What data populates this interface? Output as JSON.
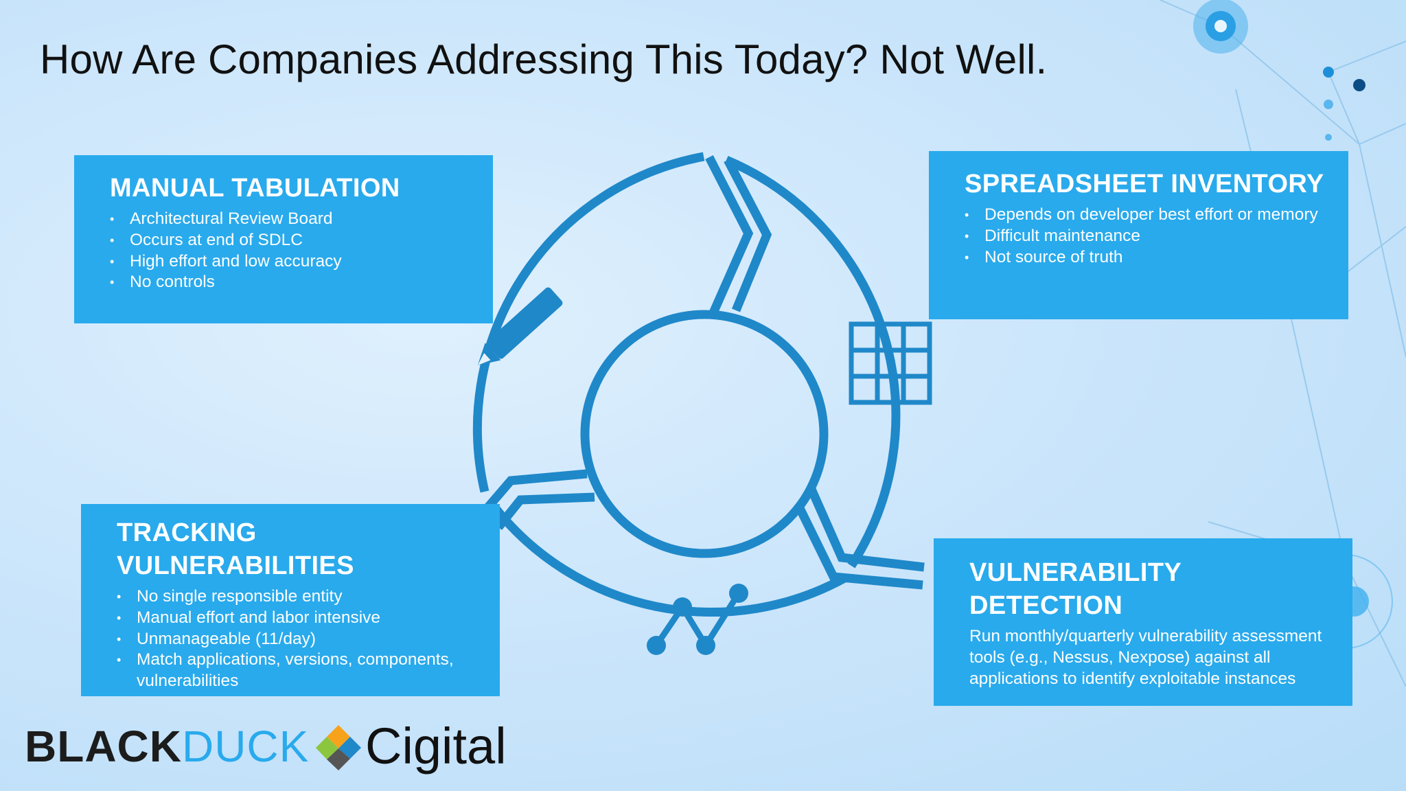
{
  "slide": {
    "title": "How Are Companies Addressing This Today? Not Well."
  },
  "cards": [
    {
      "heading": "MANUAL TABULATION",
      "bullets": [
        "Architectural Review Board",
        "Occurs at end of SDLC",
        "High effort and low accuracy",
        "No controls"
      ]
    },
    {
      "heading": "SPREADSHEET INVENTORY",
      "bullets": [
        "Depends on developer best effort or memory",
        "Difficult maintenance",
        "Not source of truth"
      ]
    },
    {
      "heading_line1": "TRACKING",
      "heading_line2": "VULNERABILITIES",
      "bullets": [
        "No single responsible entity",
        "Manual effort and labor intensive",
        "Unmanageable (11/day)",
        "Match applications, versions, components, vulnerabilities"
      ]
    },
    {
      "heading_line1": "VULNERABILITY",
      "heading_line2": "DETECTION",
      "body": "Run monthly/quarterly vulnerability assessment tools (e.g., Nessus, Nexpose) against all applications to identify exploitable instances"
    }
  ],
  "icons": [
    "pencil-icon",
    "grid-icon",
    "trend-line-icon"
  ],
  "logos": {
    "blackduck_part1": "BLACK",
    "blackduck_part2": "DUCK",
    "cigital": "Cigital"
  },
  "colors": {
    "card": "#29aaec",
    "ring": "#1f88c9",
    "text_dark": "#111111"
  }
}
